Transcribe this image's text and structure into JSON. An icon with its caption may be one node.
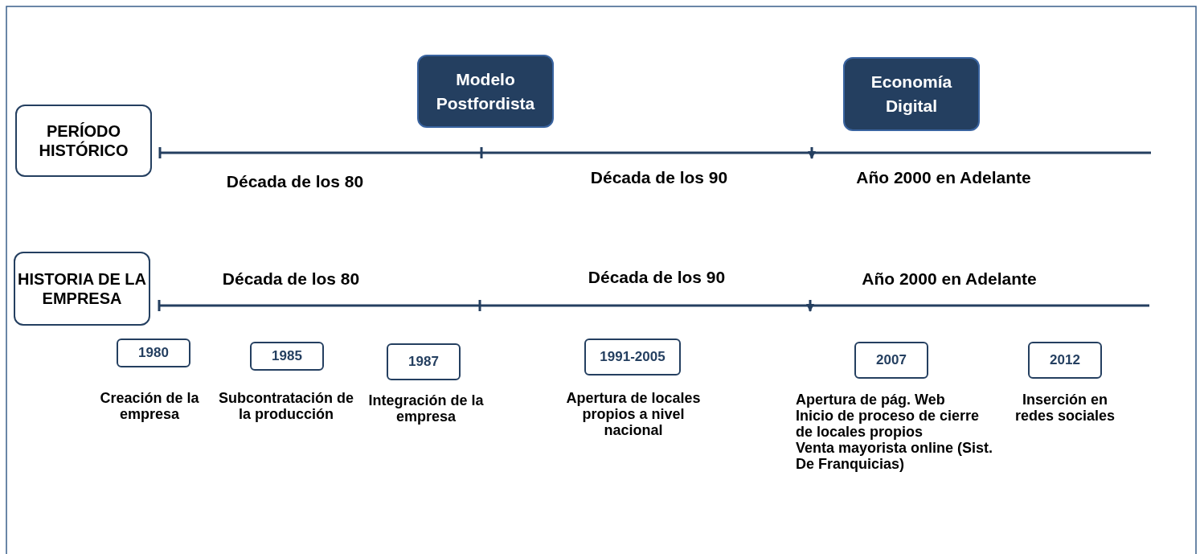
{
  "diagram": {
    "nodes": [
      {
        "text": [
          "PERÍODO HISTÓRICO"
        ]
      },
      {
        "text": [
          "Modelo Postfordista"
        ]
      },
      {
        "text": [
          "Economía Digital"
        ]
      },
      {
        "text": [
          "HISTORIA DE LA EMPRESA"
        ]
      },
      {
        "text": [
          "1980"
        ],
        "beside": [
          "Creación de la empresa"
        ]
      },
      {
        "text": [
          "1985"
        ],
        "beside": [
          "Subcontratación de la producción"
        ]
      },
      {
        "text": [
          "1987"
        ],
        "beside": [
          "Integración de la empresa"
        ]
      },
      {
        "text": [
          "1991-2005"
        ],
        "beside": [
          "Apertura de locales propios a nivel nacional"
        ]
      },
      {
        "text": [
          "2007"
        ],
        "beside": [
          "Apertura de pág. Web",
          "Inicio de proceso de cierre de locales propios",
          "Venta mayorista online (Sist. De Franquicias)"
        ]
      },
      {
        "text": [
          "2012"
        ],
        "beside": [
          "Inserción en redes sociales"
        ]
      }
    ],
    "edges": [],
    "labels": [
      "Década de los 80",
      "Década de los 90",
      "Año 2000 en Adelante",
      "Década de los 80",
      "Década de los 90",
      "Año 2000 en Adelante"
    ]
  }
}
